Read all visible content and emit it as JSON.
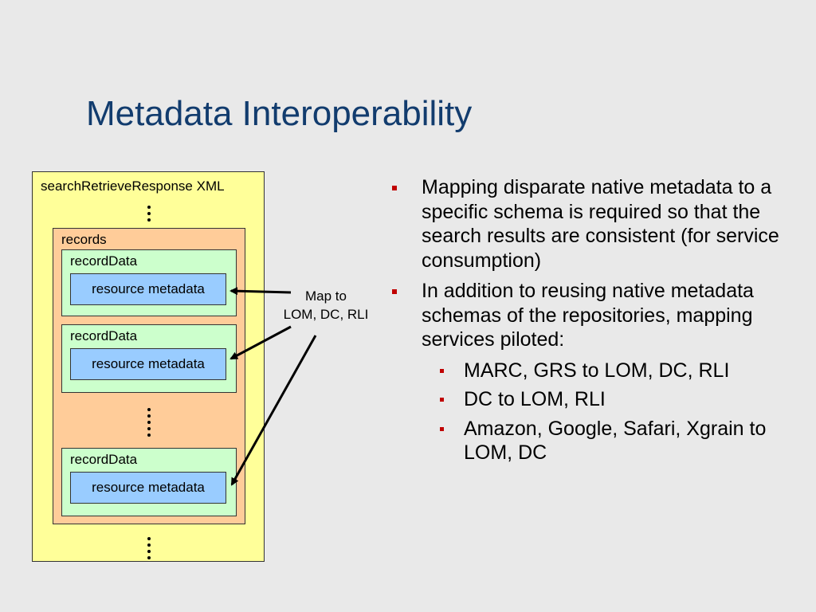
{
  "slide": {
    "title": "Metadata Interoperability"
  },
  "diagram": {
    "outer_label": "searchRetrieveResponse XML",
    "records_label": "records",
    "record_data_label": "recordData",
    "resource_metadata_label": "resource metadata",
    "map_label_line1": "Map to",
    "map_label_line2": "LOM, DC, RLI"
  },
  "bullets": [
    {
      "text": "Mapping disparate native metadata to a specific schema is required so that the search results are consistent (for service consumption)",
      "sub": []
    },
    {
      "text": "In addition to reusing native metadata schemas of the repositories, mapping services piloted:",
      "sub": [
        "MARC, GRS to LOM, DC, RLI",
        "DC to LOM, RLI",
        "Amazon, Google, Safari, Xgrain to LOM, DC"
      ]
    }
  ],
  "colors": {
    "title": "#123c6e",
    "outer_box": "#ffff99",
    "records_box": "#ffcc99",
    "record_data_box": "#ccffcc",
    "resource_metadata_box": "#99ccff",
    "bullet_marker": "#c00000"
  }
}
